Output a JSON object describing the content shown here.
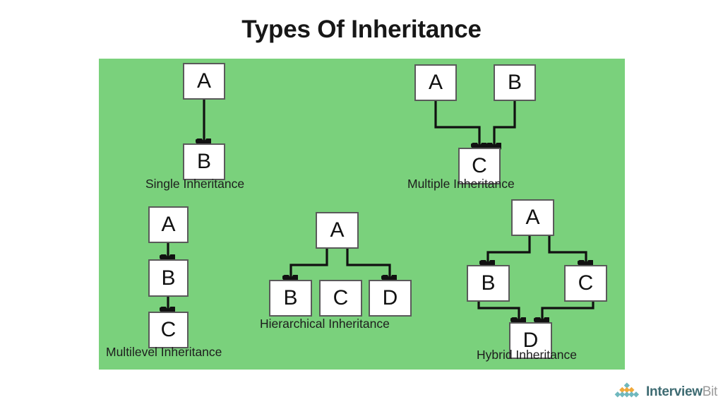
{
  "page": {
    "title": "Types Of Inheritance",
    "background_color": "#ffffff",
    "panel_color": "#7AD17C",
    "box_fill": "#ffffff",
    "box_border": "#5a5a5a",
    "line_color": "#111111",
    "text_color": "#171717"
  },
  "chart_data": {
    "type": "diagram",
    "title": "Types Of Inheritance",
    "diagrams": [
      {
        "id": "single",
        "caption": "Single Inheritance",
        "nodes": [
          "A",
          "B"
        ],
        "edges": [
          {
            "from": "A",
            "to": "B"
          }
        ]
      },
      {
        "id": "multiple",
        "caption": "Multiple Inheritance",
        "nodes": [
          "A",
          "B",
          "C"
        ],
        "edges": [
          {
            "from": "A",
            "to": "C"
          },
          {
            "from": "B",
            "to": "C"
          }
        ]
      },
      {
        "id": "multilevel",
        "caption": "Multilevel Inheritance",
        "nodes": [
          "A",
          "B",
          "C"
        ],
        "edges": [
          {
            "from": "A",
            "to": "B"
          },
          {
            "from": "B",
            "to": "C"
          }
        ]
      },
      {
        "id": "hierarchical",
        "caption": "Hierarchical Inheritance",
        "nodes": [
          "A",
          "B",
          "C",
          "D"
        ],
        "edges": [
          {
            "from": "A",
            "to": "B"
          },
          {
            "from": "A",
            "to": "D"
          }
        ]
      },
      {
        "id": "hybrid",
        "caption": "Hybrid Inheritance",
        "nodes": [
          "A",
          "B",
          "C",
          "D"
        ],
        "edges": [
          {
            "from": "A",
            "to": "B"
          },
          {
            "from": "A",
            "to": "C"
          },
          {
            "from": "B",
            "to": "D"
          },
          {
            "from": "C",
            "to": "D"
          }
        ]
      }
    ]
  },
  "single": {
    "caption": "Single Inheritance",
    "node_a": "A",
    "node_b": "B"
  },
  "multiple": {
    "caption": "Multiple Inheritance",
    "node_a": "A",
    "node_b": "B",
    "node_c": "C"
  },
  "multilevel": {
    "caption": "Multilevel Inheritance",
    "node_a": "A",
    "node_b": "B",
    "node_c": "C"
  },
  "hierarchical": {
    "caption": "Hierarchical Inheritance",
    "node_a": "A",
    "node_b": "B",
    "node_c": "C",
    "node_d": "D"
  },
  "hybrid": {
    "caption": "Hybrid Inheritance",
    "node_a": "A",
    "node_b": "B",
    "node_c": "C",
    "node_d": "D"
  },
  "logo": {
    "name_primary": "Interview",
    "name_secondary": "Bit",
    "mark_color_teal": "#6FB8BE",
    "mark_color_orange": "#F0A93B",
    "text_color_primary": "#3E6B72",
    "text_color_secondary": "#9B9B9B"
  }
}
